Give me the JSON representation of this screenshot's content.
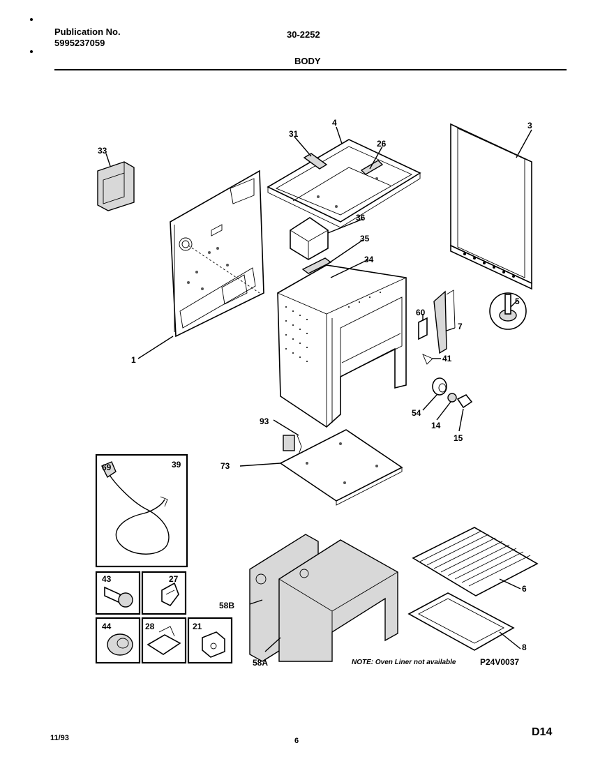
{
  "header": {
    "publication_label": "Publication No.",
    "publication_number": "5995237059",
    "model": "30-2252",
    "section_title": "BODY"
  },
  "footer": {
    "date": "11/93",
    "page": "6",
    "code": "D14"
  },
  "diagram": {
    "callouts": [
      "1",
      "3",
      "4",
      "5",
      "6",
      "7",
      "8",
      "14",
      "15",
      "21",
      "26",
      "27",
      "28",
      "31",
      "33",
      "34",
      "35",
      "36",
      "39",
      "41",
      "43",
      "44",
      "54",
      "58A",
      "58B",
      "60",
      "69",
      "73",
      "93"
    ],
    "note": "NOTE: Oven Liner not available",
    "drawing_id": "P24V0037"
  }
}
